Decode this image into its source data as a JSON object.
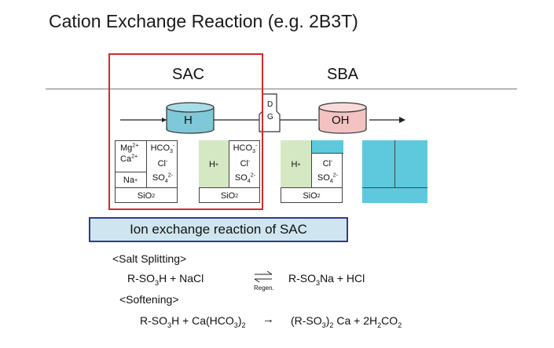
{
  "title": "Cation Exchange Reaction (e.g. 2B3T)",
  "sections": {
    "sac_label": "SAC",
    "sba_label": "SBA"
  },
  "columns": {
    "h_label": "H",
    "oh_label": "OH",
    "dg_top": "D",
    "dg_bottom": "G"
  },
  "table1": {
    "mg": "Mg",
    "mg_sup": "2+",
    "ca": "Ca",
    "ca_sup": "2+",
    "na": "Na",
    "na_sup": "+",
    "hco3": "HCO",
    "hco3_sub": "3",
    "hco3_sup": "-",
    "cl": "Cl",
    "cl_sup": "-",
    "so4": "SO",
    "so4_sub": "4",
    "so4_sup": "2-",
    "sio2": "SiO",
    "sio2_sub": "2"
  },
  "table2": {
    "h": "H",
    "h_sup": "+",
    "hco3": "HCO",
    "hco3_sub": "3",
    "hco3_sup": "-",
    "cl": "Cl",
    "cl_sup": "-",
    "so4": "SO",
    "so4_sub": "4",
    "so4_sup": "2-",
    "sio2": "SiO",
    "sio2_sub": "2"
  },
  "table3": {
    "h": "H",
    "h_sup": "+",
    "cl": "Cl",
    "cl_sup": "-",
    "so4": "SO",
    "so4_sub": "4",
    "so4_sup": "2-",
    "sio2": "SiO",
    "sio2_sub": "2"
  },
  "banner": "Ion exchange reaction of SAC",
  "salt_splitting": {
    "heading": "<Salt Splitting>",
    "lhs_a": "R-SO",
    "lhs_a_sub": "3",
    "lhs_b": "H + NaCl",
    "rhs_a": "R-SO",
    "rhs_a_sub": "3",
    "rhs_b": "Na + HCl",
    "regen": "Regen."
  },
  "softening": {
    "heading": "<Softening>",
    "lhs_a": "R-SO",
    "lhs_a_sub": "3",
    "lhs_b": "H + Ca(HCO",
    "lhs_b_sub": "3",
    "lhs_c": ")",
    "lhs_c_sub": "2",
    "arrow": "→",
    "rhs_a": "(R-SO",
    "rhs_a_sub": "3",
    "rhs_b": ")",
    "rhs_b_sub": "2",
    "rhs_c": " Ca + 2H",
    "rhs_c_sub": "2",
    "rhs_d": "CO",
    "rhs_d_sub": "2"
  },
  "colors": {
    "red_box": "#d9262c",
    "cation_column": "#7fc8d8",
    "anion_column": "#f3c3c3",
    "resin_h": "#d5e8c4",
    "resin_cyan": "#5ec9dc",
    "banner_border": "#2f3a8f",
    "banner_fill": "#cfe6f0"
  }
}
